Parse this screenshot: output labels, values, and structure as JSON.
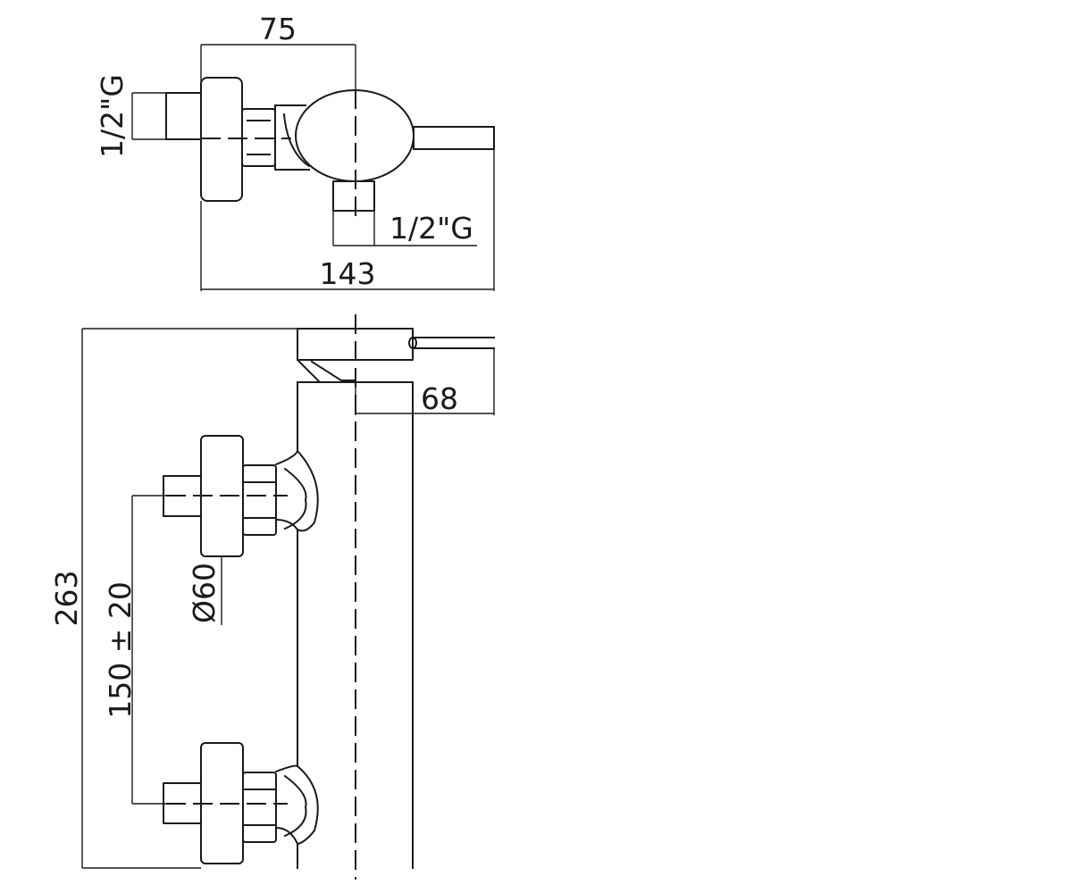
{
  "labels": {
    "width_top": "75",
    "inlet_left": "1/2\"G",
    "outlet_bottom": "1/2\"G",
    "overall_depth": "143",
    "handle_offset": "68",
    "overall_height": "263",
    "flange_diameter": "Ø60",
    "inlet_centers": "150 ± 20"
  }
}
